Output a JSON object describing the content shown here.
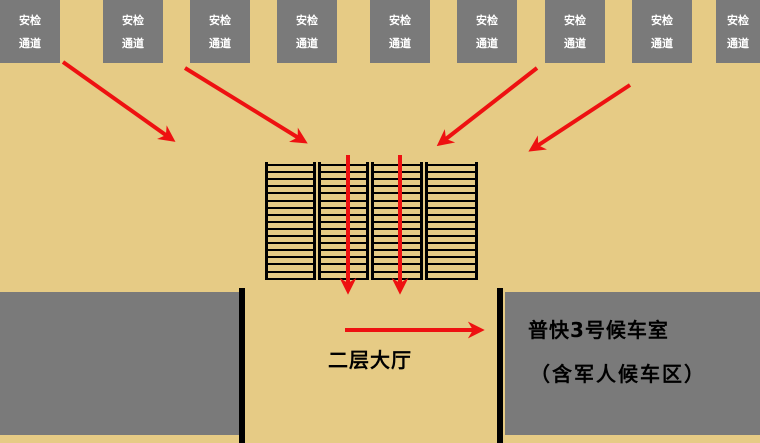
{
  "gates": [
    {
      "line1": "安检",
      "line2": "通道"
    },
    {
      "line1": "安检",
      "line2": "通道"
    },
    {
      "line1": "安检",
      "line2": "通道"
    },
    {
      "line1": "安检",
      "line2": "通道"
    },
    {
      "line1": "安检",
      "line2": "通道"
    },
    {
      "line1": "安检",
      "line2": "通道"
    },
    {
      "line1": "安检",
      "line2": "通道"
    },
    {
      "line1": "安检",
      "line2": "通道"
    },
    {
      "line1": "安检",
      "line2": "通道"
    }
  ],
  "hall_label": "二层大厅",
  "waiting_room": {
    "title": "普快3号候车室",
    "subtitle": "（含军人候车区）"
  },
  "colors": {
    "floor": "#e6cb85",
    "gate": "#7a7a7a",
    "arrow": "#ee1111",
    "wall": "#000000"
  }
}
